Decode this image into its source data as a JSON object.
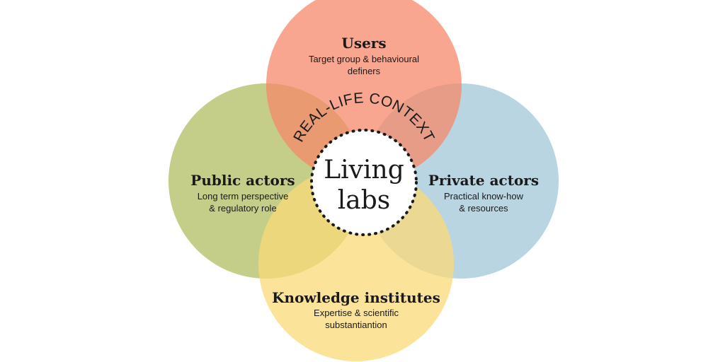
{
  "center": {
    "line1": "Living",
    "line2": "labs",
    "arc_label": "REAL-LIFE CONTEXT"
  },
  "circles": {
    "users": {
      "title": "Users",
      "line1": "Target group & behavioural",
      "line2": "definers",
      "color": "#f5886a"
    },
    "public": {
      "title": "Public actors",
      "line1": "Long term perspective",
      "line2": "& regulatory role",
      "color": "#b5c26a"
    },
    "private": {
      "title": "Private actors",
      "line1": "Practical know-how",
      "line2": "& resources",
      "color": "#a9cbdb"
    },
    "knowledge": {
      "title": "Knowledge institutes",
      "line1": "Expertise & scientific",
      "line2": "substantiantion",
      "color": "#fbd978"
    }
  }
}
